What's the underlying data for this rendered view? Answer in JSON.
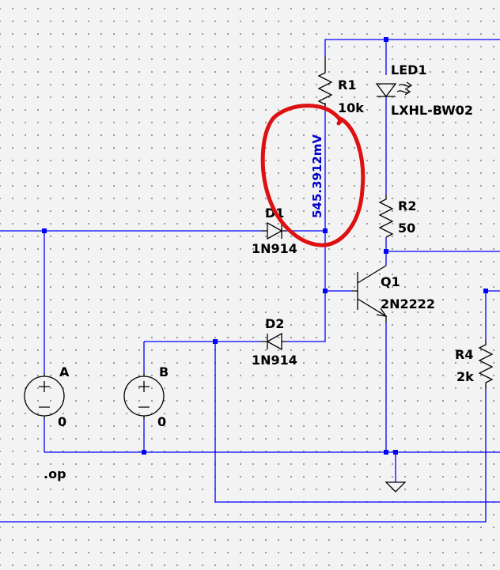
{
  "schematic": {
    "components": {
      "r1": {
        "name": "R1",
        "value": "10k"
      },
      "r2": {
        "name": "R2",
        "value": "50"
      },
      "r4": {
        "name": "R4",
        "value": "2k"
      },
      "led1": {
        "name": "LED1",
        "value": "LXHL-BW02"
      },
      "d1": {
        "name": "D1",
        "value": "1N914"
      },
      "d2": {
        "name": "D2",
        "value": "1N914"
      },
      "q1": {
        "name": "Q1",
        "value": "2N2222"
      },
      "va": {
        "name": "A",
        "value": "0"
      },
      "vb": {
        "name": "B",
        "value": "0"
      }
    },
    "directive": ".op",
    "probe_voltage": "545.3912mV",
    "colors": {
      "wire": "#0000ff",
      "component": "#000000",
      "annotation": "#dd1111",
      "background": "#f3f3f3"
    }
  }
}
